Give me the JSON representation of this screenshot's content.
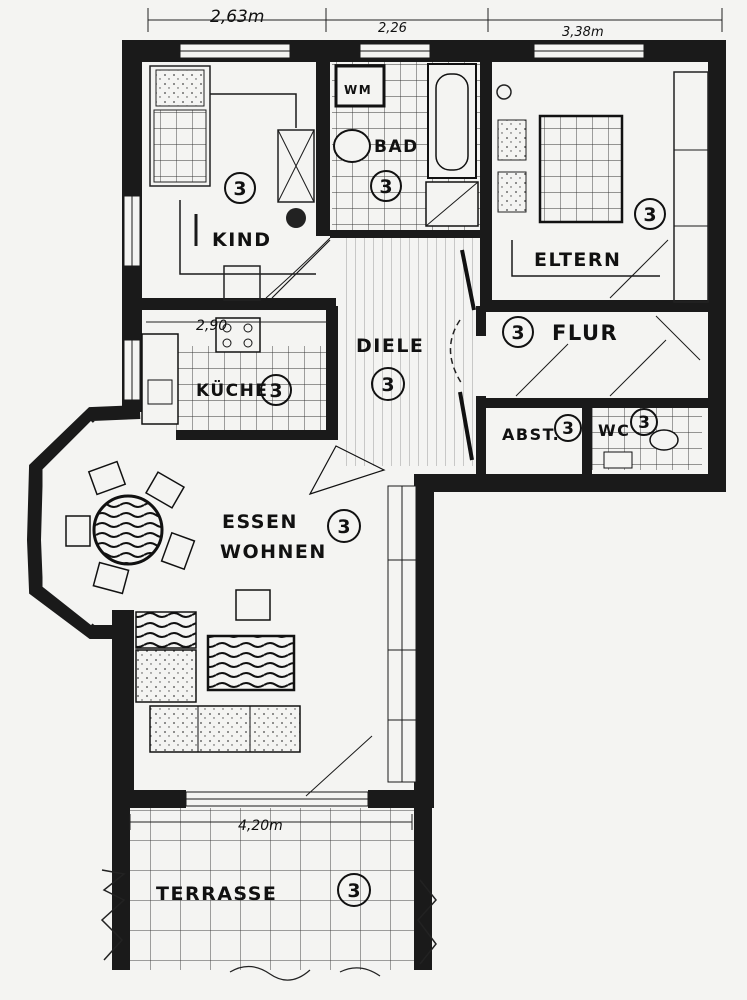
{
  "dimensions": {
    "top_kind": "2,63m",
    "top_bad": "2,26",
    "top_eltern": "3,38m",
    "kueche_width": "2,90",
    "terrasse_width": "4,20m"
  },
  "rooms": {
    "kind": "KIND",
    "bad": "BAD",
    "eltern": "ELTERN",
    "diele": "DIELE",
    "flur": "FLUR",
    "kueche": "KÜCHE",
    "abst": "ABST.",
    "wc": "WC",
    "essen": "ESSEN",
    "wohnen": "WOHNEN",
    "terrasse": "TERRASSE"
  },
  "fixtures": {
    "washer": "WM"
  },
  "room_marker": "3"
}
